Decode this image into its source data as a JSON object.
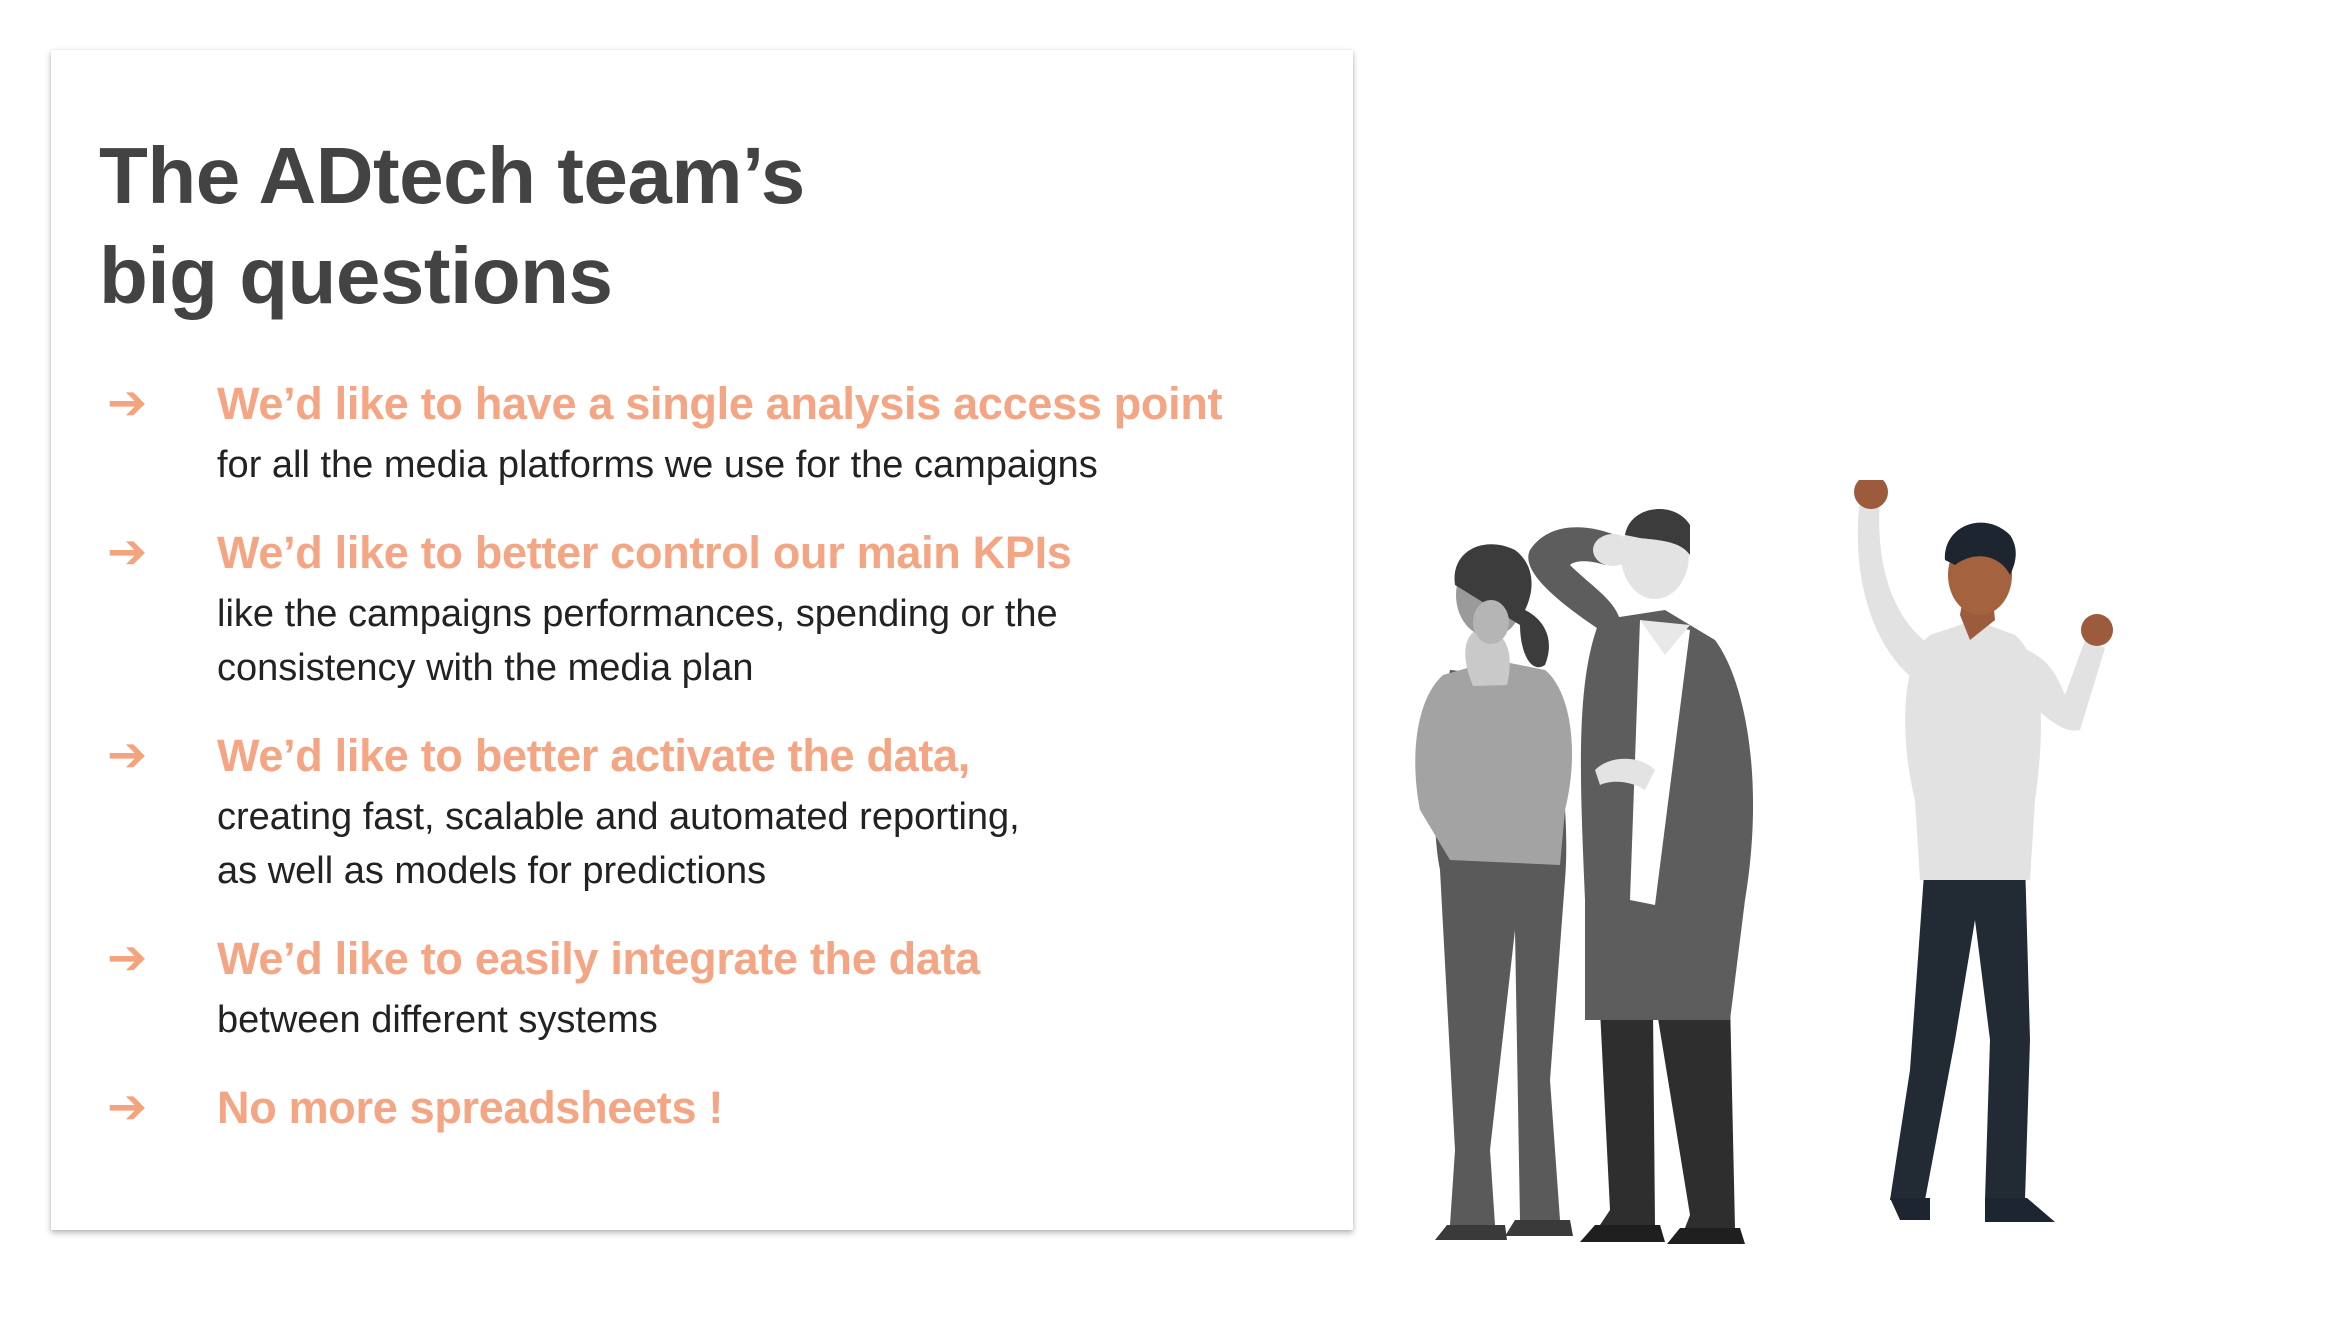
{
  "slide": {
    "title_lines": [
      "The ADtech team’s",
      "big questions"
    ],
    "bullet_glyph": "➔",
    "items": [
      {
        "head": "We’d like to have a single analysis access point",
        "desc": [
          "for all the media platforms we use for the campaigns"
        ]
      },
      {
        "head": "We’d like to better control our main KPIs",
        "desc": [
          "like the campaigns performances, spending or the",
          "consistency with the media plan"
        ]
      },
      {
        "head": "We’d like to better activate the data,",
        "desc": [
          "creating fast, scalable and automated reporting,",
          "as well as models for predictions"
        ]
      },
      {
        "head": "We’d like to easily integrate the data",
        "desc": [
          "between different systems"
        ]
      },
      {
        "head": "No more spreadsheets !",
        "desc": []
      }
    ]
  },
  "colors": {
    "accent": "#f4a583",
    "title": "#434343",
    "body": "#222222",
    "grey_figure": "#9e9e9e",
    "dark_figure": "#2b2b2b"
  },
  "illustration": {
    "figures": [
      "surprised-woman",
      "confused-man",
      "cheering-man"
    ]
  }
}
